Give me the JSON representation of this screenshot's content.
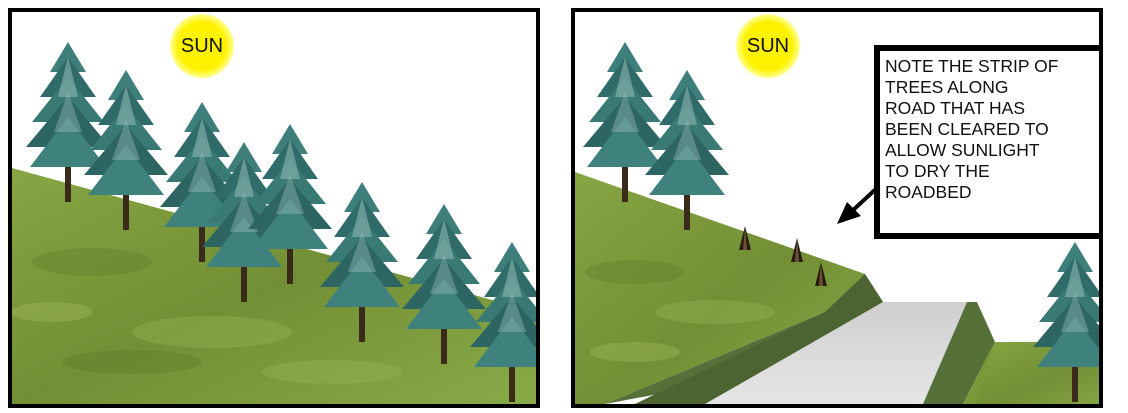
{
  "left_panel": {
    "sun_label": "SUN"
  },
  "right_panel": {
    "sun_label": "SUN",
    "note_lines": [
      "NOTE THE STRIP OF",
      "TREES ALONG",
      "ROAD THAT HAS",
      "BEEN CLEARED TO",
      "ALLOW SUNLIGHT",
      "TO DRY THE",
      "ROADBED"
    ]
  },
  "colors": {
    "sun": "#fff200",
    "sun_glow": "#ffff99",
    "grass": "#7a9a3a",
    "grass_dark": "#5d7a2a",
    "road": "#d9d9d9",
    "embankment": "#56703a",
    "tree_foliage": "#2f6b68",
    "tree_trunk": "#3a2a1a",
    "border": "#000000"
  }
}
